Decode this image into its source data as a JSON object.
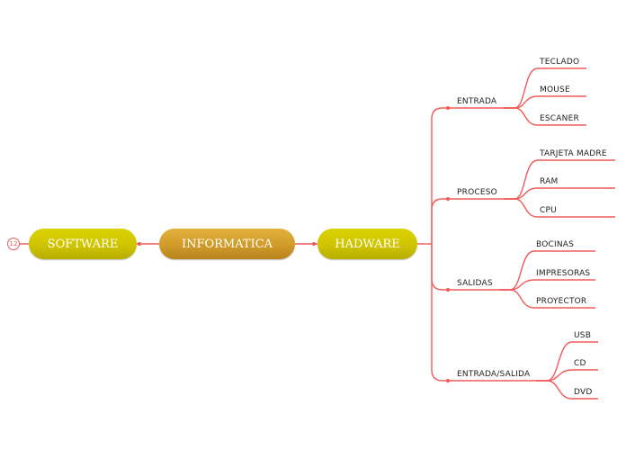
{
  "central": {
    "label": "INFORMATICA"
  },
  "left_branch": {
    "label": "SOFTWARE",
    "collapsed_count": "12"
  },
  "right_branch": {
    "label": "HADWARE"
  },
  "categories": [
    {
      "label": "ENTRADA",
      "items": [
        "TECLADO",
        "MOUSE",
        "ESCANER"
      ]
    },
    {
      "label": "PROCESO",
      "items": [
        "TARJETA MADRE",
        "RAM",
        "CPU"
      ]
    },
    {
      "label": "SALIDAS",
      "items": [
        "BOCINAS",
        "IMPRESORAS",
        "PROYECTOR"
      ]
    },
    {
      "label": "ENTRADA/SALIDA",
      "items": [
        "USB",
        "CD",
        "DVD"
      ]
    }
  ],
  "colors": {
    "line": "#f05a5a",
    "pill_yellow": "#d2c800",
    "pill_center": "#d19a2a"
  }
}
